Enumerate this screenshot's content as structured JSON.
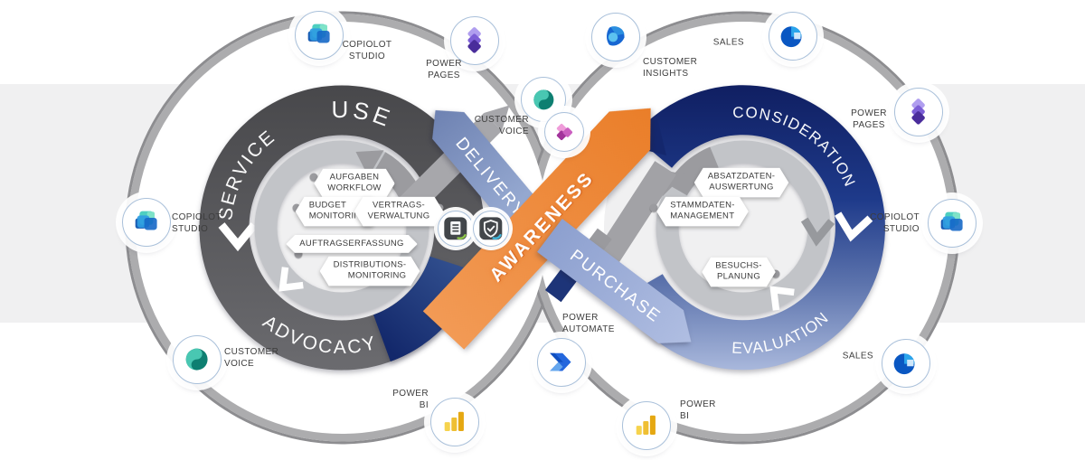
{
  "diagram": {
    "left_loop": {
      "stages": {
        "top": "USE",
        "side": "SERVICE",
        "bottom": "ADVOCACY"
      }
    },
    "right_loop": {
      "stages": {
        "top": "CONSIDERATION",
        "bottom": "EVALUATION"
      }
    },
    "ribbons": {
      "delivery": "DELIVERY",
      "awareness": "AWARENESS",
      "purchase": "PURCHASE"
    },
    "left_loop_callouts": [
      {
        "id": "aufgaben-workflow",
        "text": "AUFGABEN\nWORKFLOW"
      },
      {
        "id": "budget-monitoring",
        "text": "BUDGET\nMONITORING"
      },
      {
        "id": "vertrags-verwaltung",
        "text": "VERTRAGS-\nVERWALTUNG"
      },
      {
        "id": "auftragserfassung",
        "text": "AUFTRAGSERFASSUNG"
      },
      {
        "id": "distributions-monitoring",
        "text": "DISTRIBUTIONS-\nMONITORING"
      }
    ],
    "right_loop_callouts": [
      {
        "id": "absatzdaten-auswertung",
        "text": "ABSATZDATEN-\nAUSWERTUNG"
      },
      {
        "id": "stammdaten-management",
        "text": "STAMMDATEN-\nMANAGEMENT"
      },
      {
        "id": "besuchs-planung",
        "text": "BESUCHS-\nPLANUNG"
      }
    ],
    "product_badges": [
      {
        "id": "copilot-studio-top",
        "product": "copilot-studio",
        "label": "COPIOLOT\nSTUDIO"
      },
      {
        "id": "power-pages-top",
        "product": "power-pages",
        "label": "POWER\nPAGES"
      },
      {
        "id": "customer-voice-top",
        "product": "customer-voice",
        "label": "CUSTOMER\nVOICE"
      },
      {
        "id": "power-apps-center",
        "product": "power-apps",
        "label": ""
      },
      {
        "id": "customer-insights-top",
        "product": "customer-insights",
        "label": "CUSTOMER\nINSIGHTS"
      },
      {
        "id": "sales-top",
        "product": "sales",
        "label": "SALES"
      },
      {
        "id": "power-pages-right",
        "product": "power-pages",
        "label": "POWER\nPAGES"
      },
      {
        "id": "copilot-studio-right",
        "product": "copilot-studio",
        "label": "COPIOLOT\nSTUDIO"
      },
      {
        "id": "sales-bottom-right",
        "product": "sales",
        "label": "SALES"
      },
      {
        "id": "power-bi-bottom-right",
        "product": "power-bi",
        "label": "POWER\nBI"
      },
      {
        "id": "power-automate-bottom",
        "product": "power-automate",
        "label": "POWER\nAUTOMATE"
      },
      {
        "id": "power-bi-bottom-left",
        "product": "power-bi",
        "label": "POWER\nBI"
      },
      {
        "id": "customer-voice-bottom-left",
        "product": "customer-voice",
        "label": "CUSTOMER\nVOICE"
      },
      {
        "id": "copilot-studio-left",
        "product": "copilot-studio",
        "label": "COPIOLOT\nSTUDIO"
      }
    ],
    "colors": {
      "awareness_orange": "#ee8a3a",
      "consideration_navy": "#16307e",
      "evaluation_steel": "#9fb0d4",
      "service_gray": "#57575a",
      "ribbon_steel": "#8da0cf",
      "track_gray": "#acacae",
      "band_gray": "#f0f0f1"
    }
  }
}
